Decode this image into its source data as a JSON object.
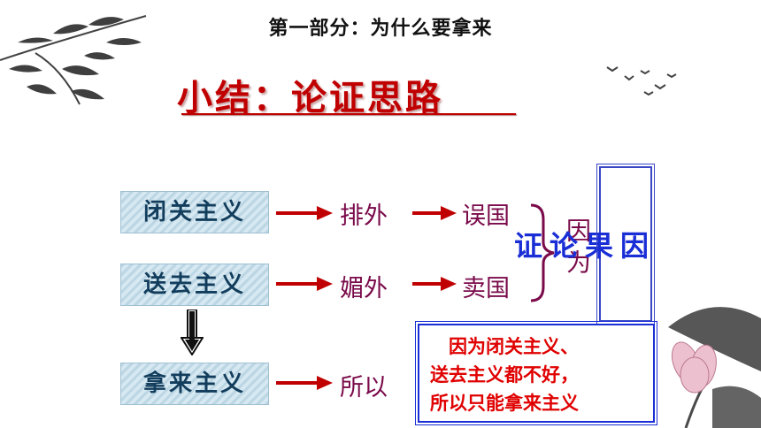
{
  "header": {
    "subtitle": "第一部分：为什么要拿来",
    "title": "小结：论证思路"
  },
  "chains": [
    {
      "term": "闭关主义",
      "step": "排外",
      "result": "误国"
    },
    {
      "term": "送去主义",
      "step": "媚外",
      "result": "卖国"
    },
    {
      "term": "拿来主义",
      "step": "所以"
    }
  ],
  "because_label": "因为",
  "side_box": {
    "chars": [
      "因",
      "果",
      "论",
      "证"
    ]
  },
  "conclusion": {
    "lines": [
      "　因为闭关主义、",
      "送去主义都不好，",
      "所以只能拿来主义"
    ]
  },
  "colors": {
    "title": "#c00000",
    "arrow": "#c00000",
    "box_text": "#123d5c",
    "blue_frame": "#1a2ed6",
    "conclusion_text": "#e00000"
  },
  "decorations": [
    "bamboo-branch",
    "flying-birds",
    "lotus-flower"
  ]
}
